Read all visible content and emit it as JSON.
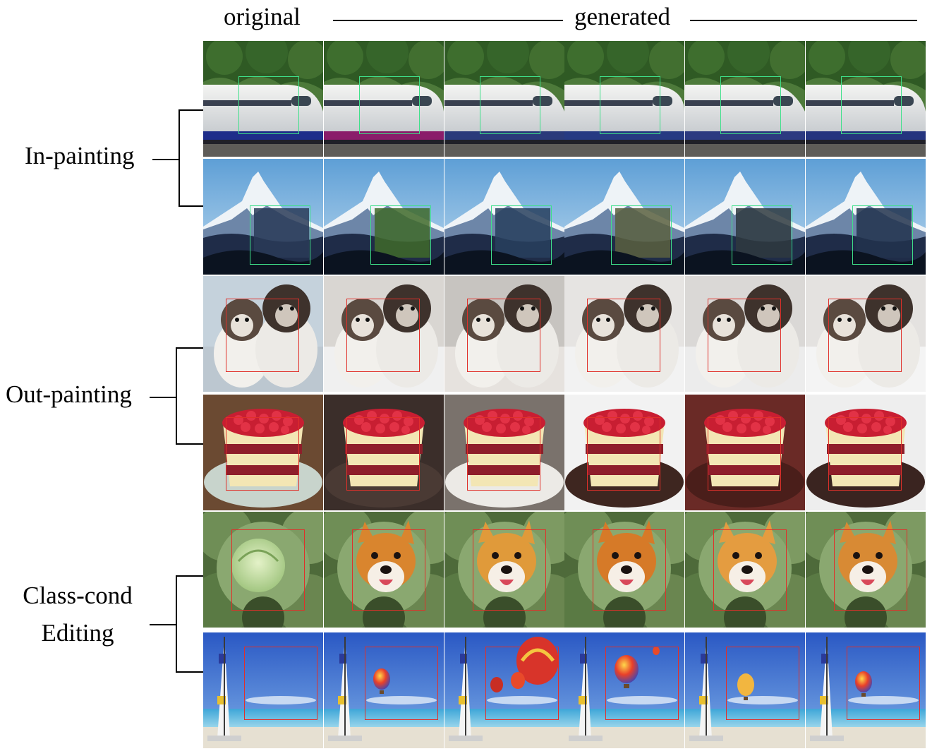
{
  "header": {
    "original_label": "original",
    "generated_label": "generated"
  },
  "row_groups": [
    {
      "label_lines": [
        "In-painting"
      ],
      "box_color": "#3fe08a"
    },
    {
      "label_lines": [
        "Out-painting"
      ],
      "box_color": "#e0302a"
    },
    {
      "label_lines": [
        "Class-cond",
        "Editing"
      ],
      "box_color": "#e0302a"
    }
  ],
  "scenes": [
    "train",
    "mountain",
    "dogs",
    "cake",
    "cabbage-corgi",
    "beach-balloon"
  ],
  "colors": {
    "inpaint_box": "#3fe08a",
    "edit_box": "#e0302a"
  }
}
